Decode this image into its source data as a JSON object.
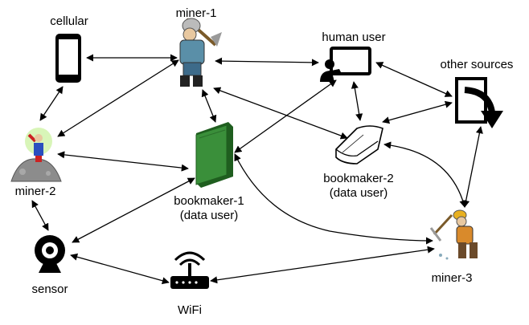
{
  "nodes": {
    "cellular": {
      "label": "cellular",
      "icon": "smartphone-icon"
    },
    "miner1": {
      "label": "miner-1",
      "icon": "miner-with-pickaxe-icon"
    },
    "human_user": {
      "label": "human user",
      "icon": "presenter-at-screen-icon"
    },
    "other_sources": {
      "label": "other sources",
      "icon": "import-arrow-icon"
    },
    "miner2": {
      "label": "miner-2",
      "icon": "miner-on-rock-pile-icon"
    },
    "bookmaker1": {
      "label_line1": "bookmaker-1",
      "label_line2": "(data user)",
      "icon": "green-book-icon"
    },
    "bookmaker2": {
      "label_line1": "bookmaker-2",
      "label_line2": "(data user)",
      "icon": "outline-book-icon"
    },
    "miner3": {
      "label": "miner-3",
      "icon": "miner-digging-icon"
    },
    "sensor": {
      "label": "sensor",
      "icon": "webcam-sensor-icon"
    },
    "wifi": {
      "label": "WiFi",
      "icon": "wifi-router-icon"
    }
  },
  "edges": [
    [
      "cellular",
      "miner1"
    ],
    [
      "cellular",
      "miner2"
    ],
    [
      "miner1",
      "miner2"
    ],
    [
      "miner1",
      "human_user"
    ],
    [
      "miner1",
      "bookmaker1"
    ],
    [
      "miner1",
      "bookmaker2"
    ],
    [
      "human_user",
      "bookmaker1"
    ],
    [
      "human_user",
      "bookmaker2"
    ],
    [
      "human_user",
      "other_sources"
    ],
    [
      "other_sources",
      "bookmaker2"
    ],
    [
      "other_sources",
      "miner3"
    ],
    [
      "miner2",
      "bookmaker1"
    ],
    [
      "miner2",
      "sensor"
    ],
    [
      "bookmaker1",
      "sensor"
    ],
    [
      "bookmaker1",
      "miner3"
    ],
    [
      "bookmaker2",
      "miner3"
    ],
    [
      "sensor",
      "wifi"
    ],
    [
      "wifi",
      "miner3"
    ]
  ],
  "colors": {
    "line": "#000000",
    "book_green": "#3a8f3a",
    "book_spine": "#1f5e1f",
    "miner_shirt": "#5a8fa8",
    "miner3_shirt": "#d98a2b",
    "rock": "#8c8c8c",
    "halo": "#d8f5b8"
  }
}
